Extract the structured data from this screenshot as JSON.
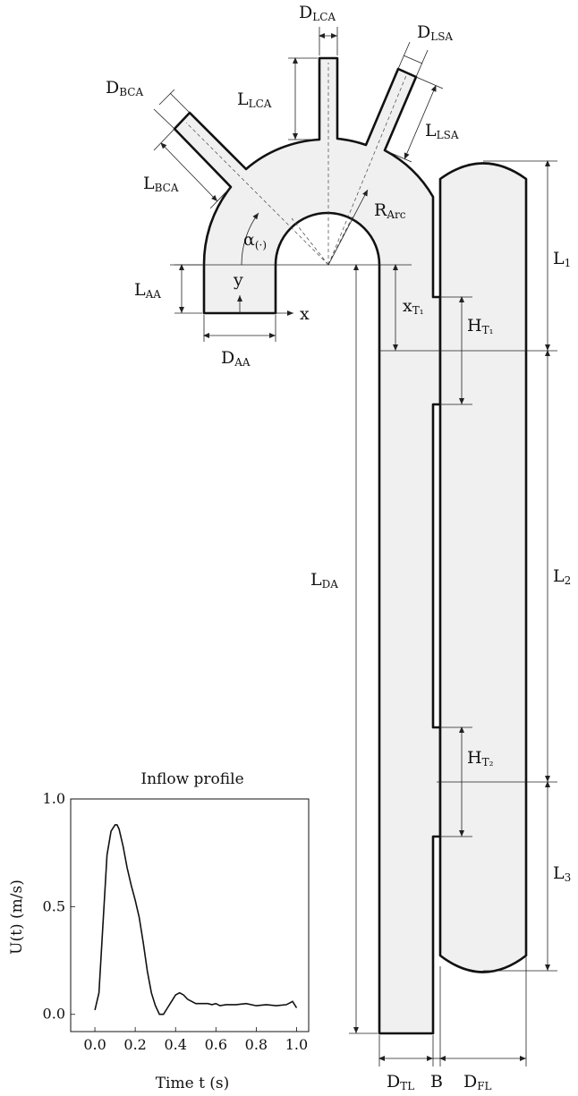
{
  "labels": {
    "d_lca": "D",
    "d_lca_sub": "LCA",
    "d_lsa": "D",
    "d_lsa_sub": "LSA",
    "d_bca": "D",
    "d_bca_sub": "BCA",
    "l_lca": "L",
    "l_lca_sub": "LCA",
    "l_lsa": "L",
    "l_lsa_sub": "LSA",
    "l_bca": "L",
    "l_bca_sub": "BCA",
    "r_arc": "R",
    "r_arc_sub": "Arc",
    "alpha": "α",
    "alpha_sub": "(·)",
    "l_aa": "L",
    "l_aa_sub": "AA",
    "y_axis": "y",
    "x_axis": "x",
    "d_aa": "D",
    "d_aa_sub": "AA",
    "x_t1": "x",
    "x_t1_sub": "T₁",
    "h_t1": "H",
    "h_t1_sub": "T₁",
    "h_t2": "H",
    "h_t2_sub": "T₂",
    "l1": "L",
    "l1_sub": "1",
    "l2": "L",
    "l2_sub": "2",
    "l3": "L",
    "l3_sub": "3",
    "l_da": "L",
    "l_da_sub": "DA",
    "d_tl": "D",
    "d_tl_sub": "TL",
    "b": "B",
    "d_fl": "D",
    "d_fl_sub": "FL"
  },
  "inset": {
    "title": "Inflow profile",
    "xlabel": "Time t (s)",
    "ylabel": "U(t) (m/s)"
  },
  "chart_data": {
    "type": "line",
    "title": "Inflow profile",
    "xlabel": "Time t (s)",
    "ylabel": "U(t) (m/s)",
    "xlim": [
      -0.12,
      1.06
    ],
    "ylim": [
      -0.08,
      1.0
    ],
    "xticks": [
      "0.0",
      "0.2",
      "0.4",
      "0.6",
      "0.8",
      "1.0"
    ],
    "yticks": [
      "0.0",
      "0.5",
      "1.0"
    ],
    "grid": false,
    "x": [
      0.0,
      0.02,
      0.04,
      0.06,
      0.08,
      0.1,
      0.11,
      0.12,
      0.14,
      0.16,
      0.18,
      0.2,
      0.22,
      0.24,
      0.26,
      0.28,
      0.3,
      0.32,
      0.34,
      0.36,
      0.38,
      0.4,
      0.42,
      0.44,
      0.46,
      0.48,
      0.5,
      0.52,
      0.54,
      0.56,
      0.58,
      0.6,
      0.62,
      0.65,
      0.7,
      0.75,
      0.8,
      0.85,
      0.9,
      0.95,
      0.98,
      1.0
    ],
    "y": [
      0.02,
      0.1,
      0.42,
      0.74,
      0.85,
      0.88,
      0.88,
      0.86,
      0.78,
      0.68,
      0.6,
      0.53,
      0.45,
      0.33,
      0.2,
      0.1,
      0.04,
      0.0,
      0.0,
      0.03,
      0.06,
      0.09,
      0.1,
      0.09,
      0.07,
      0.06,
      0.05,
      0.05,
      0.05,
      0.05,
      0.045,
      0.05,
      0.04,
      0.045,
      0.045,
      0.05,
      0.04,
      0.045,
      0.04,
      0.045,
      0.06,
      0.03
    ]
  }
}
